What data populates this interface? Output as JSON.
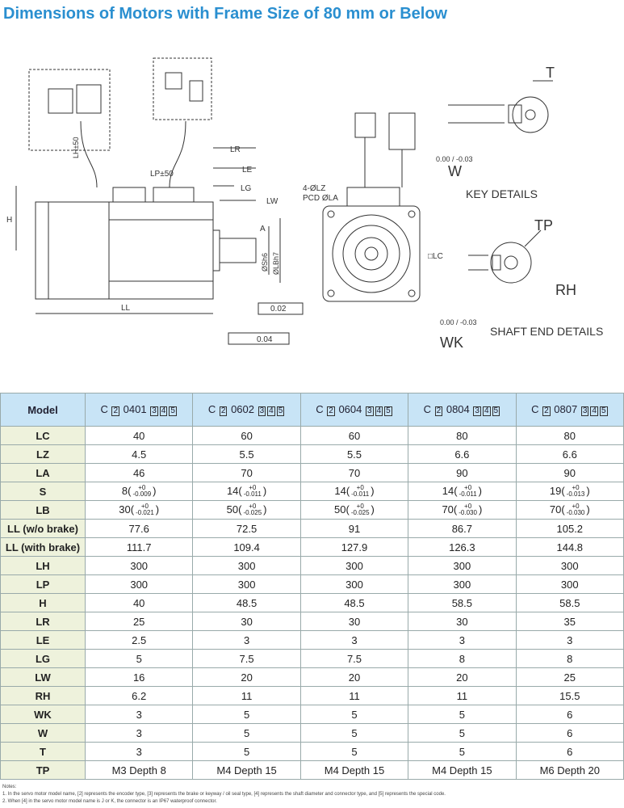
{
  "title": "Dimensions of Motors with Frame Size of 80 mm or Below",
  "drawing": {
    "key_details": "KEY DETAILS",
    "shaft_end_details": "SHAFT END DETAILS",
    "labels": {
      "LR": "LR",
      "LE": "LE",
      "LG": "LG",
      "LW": "LW",
      "LP": "LP±50",
      "LH": "LH±50",
      "H": "H",
      "LL": "LL",
      "LZ": "4-ØLZ",
      "PCD": "PCD ØLA",
      "LC": "□LC",
      "S": "ØSh6",
      "LB": "ØLBh7",
      "T": "T",
      "W": "W",
      "W_tol": "0.00 / -0.03",
      "TP": "TP",
      "RH": "RH",
      "WK": "WK",
      "WK_tol": "0.00 / -0.03",
      "runout": "0.02",
      "perp": "0.04",
      "datum": "A"
    }
  },
  "table": {
    "header": {
      "label": "Model",
      "models": [
        {
          "pre": "C",
          "b2": "2",
          "code": "0401",
          "b3": "3",
          "b4": "4",
          "b5": "5"
        },
        {
          "pre": "C",
          "b2": "2",
          "code": "0602",
          "b3": "3",
          "b4": "4",
          "b5": "5"
        },
        {
          "pre": "C",
          "b2": "2",
          "code": "0604",
          "b3": "3",
          "b4": "4",
          "b5": "5"
        },
        {
          "pre": "C",
          "b2": "2",
          "code": "0804",
          "b3": "3",
          "b4": "4",
          "b5": "5"
        },
        {
          "pre": "C",
          "b2": "2",
          "code": "0807",
          "b3": "3",
          "b4": "4",
          "b5": "5"
        }
      ]
    },
    "rows": [
      {
        "key": "LC",
        "values": [
          "40",
          "60",
          "60",
          "80",
          "80"
        ]
      },
      {
        "key": "LZ",
        "values": [
          "4.5",
          "5.5",
          "5.5",
          "6.6",
          "6.6"
        ]
      },
      {
        "key": "LA",
        "values": [
          "46",
          "70",
          "70",
          "90",
          "90"
        ]
      },
      {
        "key": "S",
        "tol": [
          [
            "8",
            "+0",
            "-0.009"
          ],
          [
            "14",
            "+0",
            "-0.011"
          ],
          [
            "14",
            "+0",
            "-0.011"
          ],
          [
            "14",
            "+0",
            "-0.011"
          ],
          [
            "19",
            "+0",
            "-0.013"
          ]
        ]
      },
      {
        "key": "LB",
        "tol": [
          [
            "30",
            "+0",
            "-0.021"
          ],
          [
            "50",
            "+0",
            "-0.025"
          ],
          [
            "50",
            "+0",
            "-0.025"
          ],
          [
            "70",
            "+0",
            "-0.030"
          ],
          [
            "70",
            "+0",
            "-0.030"
          ]
        ]
      },
      {
        "key": "LL (w/o brake)",
        "values": [
          "77.6",
          "72.5",
          "91",
          "86.7",
          "105.2"
        ]
      },
      {
        "key": "LL (with brake)",
        "values": [
          "111.7",
          "109.4",
          "127.9",
          "126.3",
          "144.8"
        ]
      },
      {
        "key": "LH",
        "values": [
          "300",
          "300",
          "300",
          "300",
          "300"
        ]
      },
      {
        "key": "LP",
        "values": [
          "300",
          "300",
          "300",
          "300",
          "300"
        ]
      },
      {
        "key": "H",
        "values": [
          "40",
          "48.5",
          "48.5",
          "58.5",
          "58.5"
        ]
      },
      {
        "key": "LR",
        "values": [
          "25",
          "30",
          "30",
          "30",
          "35"
        ]
      },
      {
        "key": "LE",
        "values": [
          "2.5",
          "3",
          "3",
          "3",
          "3"
        ]
      },
      {
        "key": "LG",
        "values": [
          "5",
          "7.5",
          "7.5",
          "8",
          "8"
        ]
      },
      {
        "key": "LW",
        "values": [
          "16",
          "20",
          "20",
          "20",
          "25"
        ]
      },
      {
        "key": "RH",
        "values": [
          "6.2",
          "11",
          "11",
          "11",
          "15.5"
        ]
      },
      {
        "key": "WK",
        "values": [
          "3",
          "5",
          "5",
          "5",
          "6"
        ]
      },
      {
        "key": "W",
        "values": [
          "3",
          "5",
          "5",
          "5",
          "6"
        ]
      },
      {
        "key": "T",
        "values": [
          "3",
          "5",
          "5",
          "5",
          "6"
        ]
      },
      {
        "key": "TP",
        "values": [
          "M3 Depth 8",
          "M4 Depth 15",
          "M4 Depth 15",
          "M4 Depth 15",
          "M6 Depth 20"
        ]
      }
    ]
  },
  "notes": {
    "heading": "Notes:",
    "items": [
      "1. In the servo motor model name, [2] represents the encoder type, [3] represents the brake or keyway / oil seal type, [4] represents the shaft diameter and connector type, and [5] represents the special code.",
      "2. When [4] in the servo motor model name is J or K, the connector is an IP67 waterproof connector."
    ]
  }
}
